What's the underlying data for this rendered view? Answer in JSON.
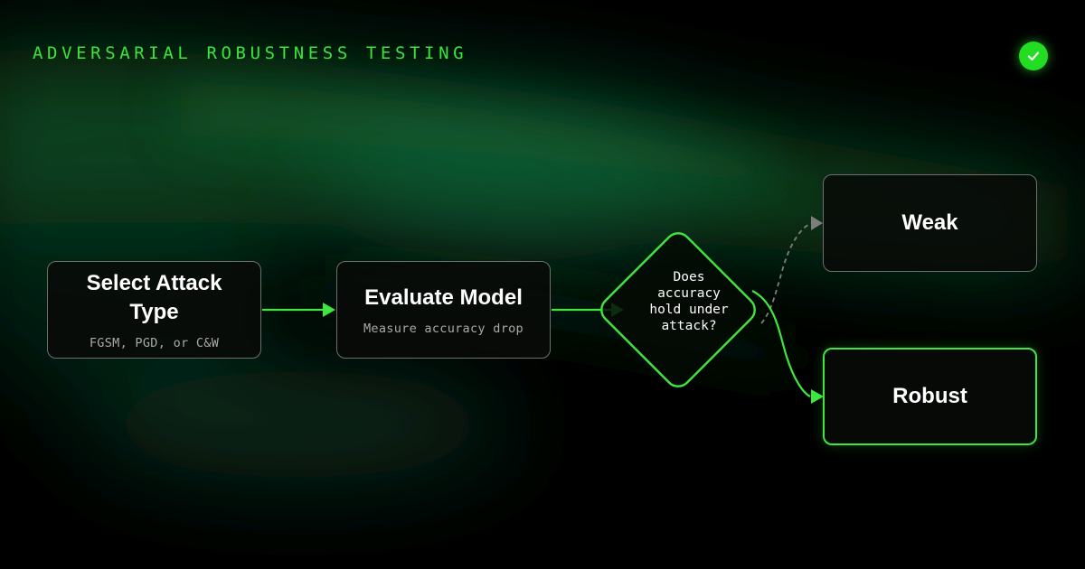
{
  "header": {
    "title": "ADVERSARIAL ROBUSTNESS TESTING",
    "status_icon": "check-icon"
  },
  "colors": {
    "accent": "#39e639",
    "background": "#000000",
    "node_border": "#6e6e6e",
    "subtext": "#a9a9a9"
  },
  "nodes": {
    "select_attack": {
      "title": "Select Attack Type",
      "subtitle": "FGSM, PGD, or C&W"
    },
    "evaluate_model": {
      "title": "Evaluate Model",
      "subtitle": "Measure accuracy drop"
    },
    "decision": {
      "text": "Does accuracy hold under attack?"
    },
    "weak": {
      "title": "Weak"
    },
    "robust": {
      "title": "Robust"
    }
  }
}
